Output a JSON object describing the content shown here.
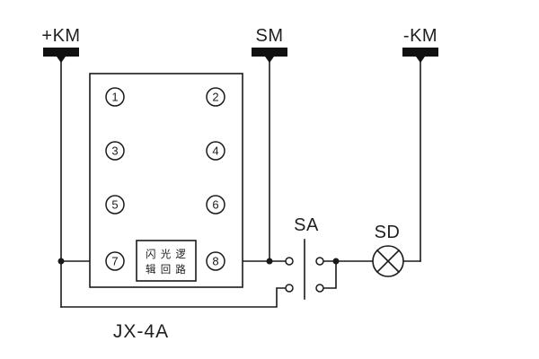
{
  "terminals": [
    {
      "label": "+KM"
    },
    {
      "label": "SM"
    },
    {
      "label": "-KM"
    }
  ],
  "relay": {
    "model_label": "JX-4A",
    "pins": [
      "1",
      "2",
      "3",
      "4",
      "5",
      "6",
      "7",
      "8"
    ],
    "logic_box": {
      "line1": "闪 光 逻",
      "line2": "辑 回 路"
    }
  },
  "switch": {
    "label": "SA"
  },
  "lamp": {
    "label": "SD"
  },
  "colors": {
    "line": "#1a1a1a",
    "background": "#ffffff",
    "terminal_fill": "#111111"
  }
}
